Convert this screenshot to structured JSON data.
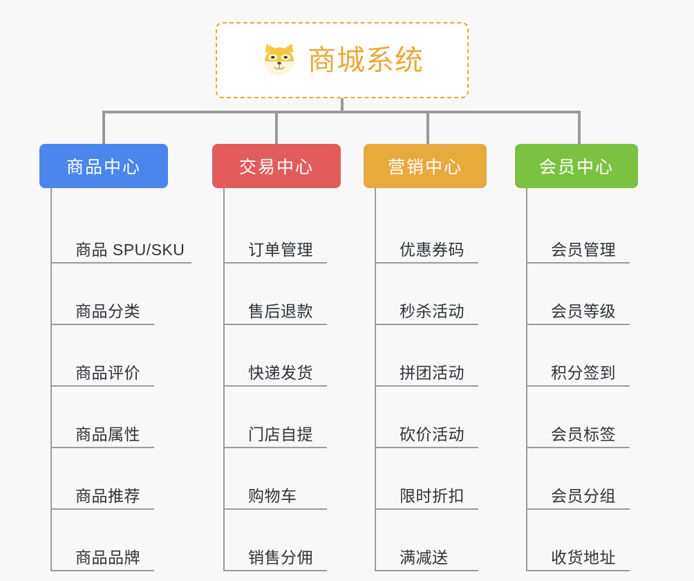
{
  "page": {
    "background_color": "#f8f8f8",
    "text_color": "#2f3238",
    "connector_color": "#9a9a9a"
  },
  "root": {
    "title": "商城系统",
    "icon": "shiba-dog-icon",
    "accent_color": "#e8a93d",
    "border_style": "dashed",
    "background_color": "#ffffff"
  },
  "branches": [
    {
      "label": "商品中心",
      "color": "#4a86ec",
      "items": [
        "商品 SPU/SKU",
        "商品分类",
        "商品评价",
        "商品属性",
        "商品推荐",
        "商品品牌"
      ]
    },
    {
      "label": "交易中心",
      "color": "#e25c5c",
      "items": [
        "订单管理",
        "售后退款",
        "快递发货",
        "门店自提",
        "购物车",
        "销售分佣"
      ]
    },
    {
      "label": "营销中心",
      "color": "#e8a93d",
      "items": [
        "优惠券码",
        "秒杀活动",
        "拼团活动",
        "砍价活动",
        "限时折扣",
        "满减送"
      ]
    },
    {
      "label": "会员中心",
      "color": "#7cc242",
      "items": [
        "会员管理",
        "会员等级",
        "积分签到",
        "会员标签",
        "会员分组",
        "收货地址"
      ]
    }
  ]
}
